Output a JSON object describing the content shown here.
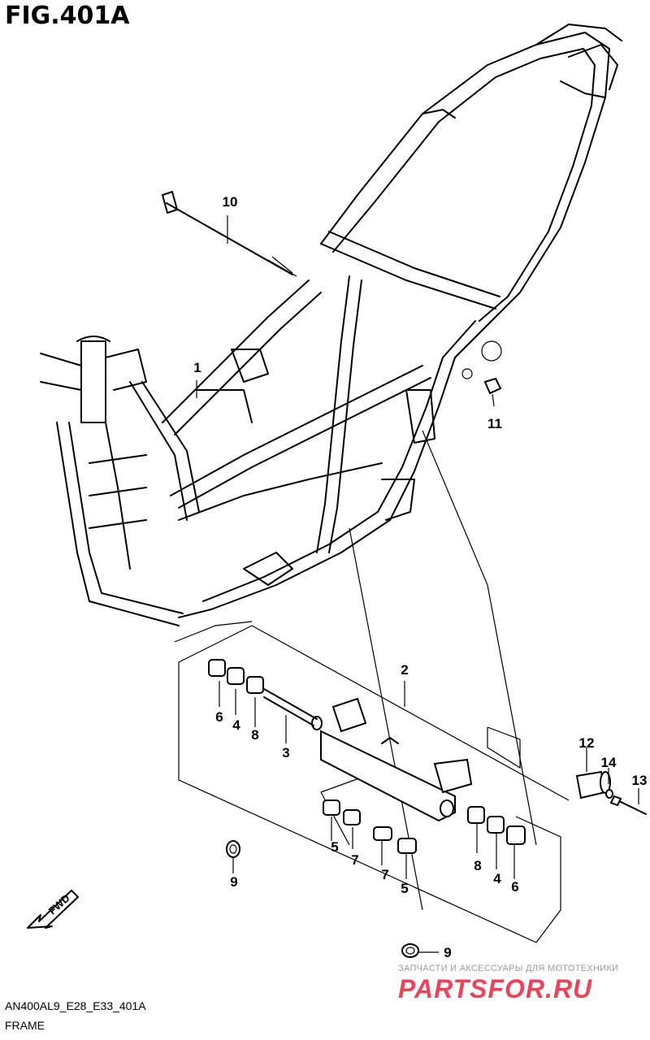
{
  "figure": {
    "title": "FIG.401A",
    "code": "AN400AL9_E28_E33_401A",
    "name": "FRAME"
  },
  "callouts": [
    {
      "id": "1",
      "label": "1"
    },
    {
      "id": "2",
      "label": "2"
    },
    {
      "id": "3",
      "label": "3"
    },
    {
      "id": "4a",
      "label": "4"
    },
    {
      "id": "4b",
      "label": "4"
    },
    {
      "id": "5a",
      "label": "5"
    },
    {
      "id": "5b",
      "label": "5"
    },
    {
      "id": "6a",
      "label": "6"
    },
    {
      "id": "6b",
      "label": "6"
    },
    {
      "id": "7a",
      "label": "7"
    },
    {
      "id": "7b",
      "label": "7"
    },
    {
      "id": "8a",
      "label": "8"
    },
    {
      "id": "8b",
      "label": "8"
    },
    {
      "id": "9a",
      "label": "9"
    },
    {
      "id": "9b",
      "label": "9"
    },
    {
      "id": "10",
      "label": "10"
    },
    {
      "id": "11",
      "label": "11"
    },
    {
      "id": "12",
      "label": "12"
    },
    {
      "id": "13",
      "label": "13"
    },
    {
      "id": "14",
      "label": "14"
    }
  ],
  "fwd_label": "FWD",
  "watermark": {
    "tagline": "ЗАПЧАСТИ И АКСЕССУАРЫ ДЛЯ МОТОТЕХНИКИ",
    "logo": "PARTSFOR.RU"
  },
  "colors": {
    "watermark_red": "#e8455a",
    "watermark_gray": "#9a9a9a"
  }
}
